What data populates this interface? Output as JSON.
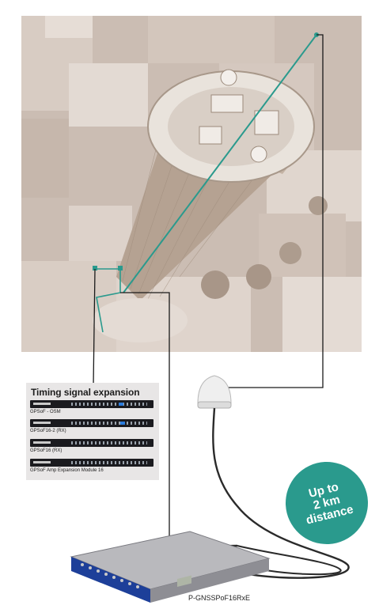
{
  "panel": {
    "title": "Timing signal expansion",
    "modules": [
      {
        "label": "GPSoF - OSM"
      },
      {
        "label": "GPSoF16-2 (RX)"
      },
      {
        "label": "GPSoF16 (RX)"
      },
      {
        "label": "GPSoF Amp Expansion Module 16"
      }
    ]
  },
  "badge": {
    "line1": "Up to",
    "line2": "2 km",
    "line3": "distance"
  },
  "device": {
    "label": "P-GNSSPoF16RxE"
  },
  "colors": {
    "accent": "#2a9a8d",
    "photo_tint": "#cbbdb3",
    "panel_bg": "#e8e6e6"
  }
}
